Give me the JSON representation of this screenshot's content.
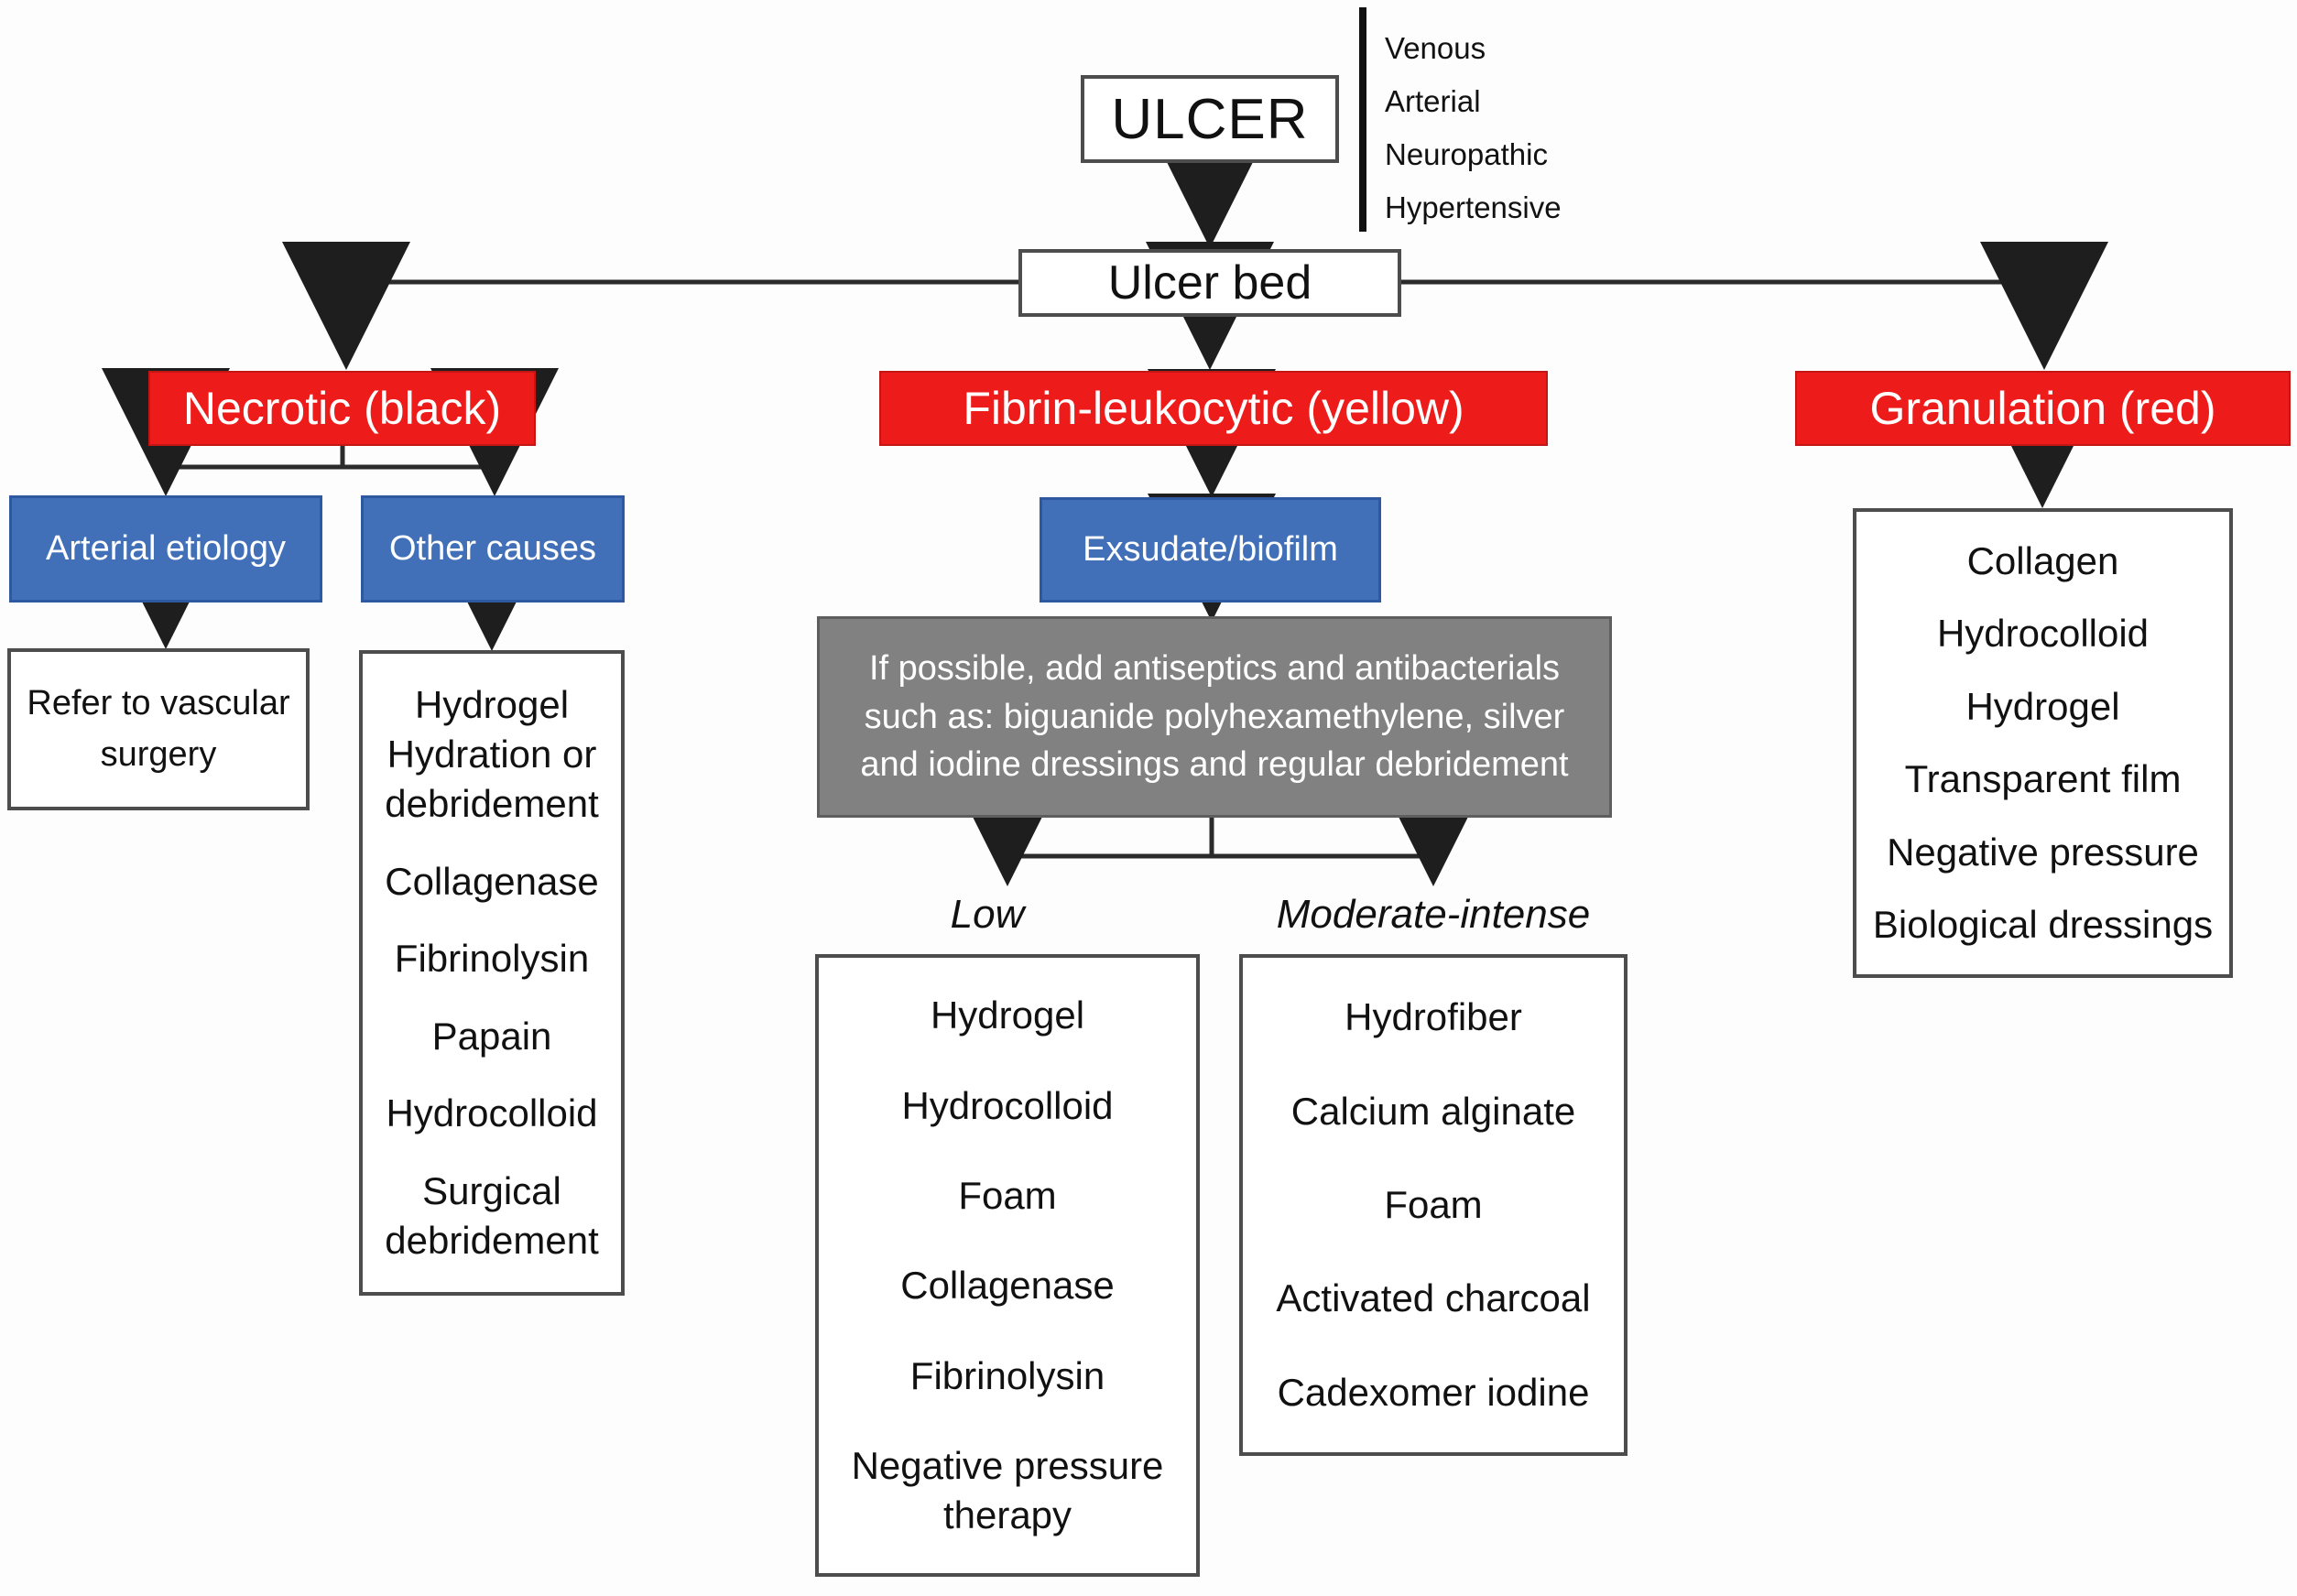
{
  "ulcer": {
    "label": "ULCER"
  },
  "etiology": {
    "items": [
      "Venous",
      "Arterial",
      "Neuropathic",
      "Hypertensive"
    ]
  },
  "ulcer_bed": {
    "label": "Ulcer bed"
  },
  "branches": {
    "necrotic": {
      "label": "Necrotic (black)",
      "arterial": {
        "label": "Arterial etiology",
        "treatment": "Refer to vascular\nsurgery"
      },
      "other": {
        "label": "Other causes",
        "treatments": [
          "Hydrogel\nHydration or\ndebridement",
          "Collagenase",
          "Fibrinolysin",
          "Papain",
          "Hydrocolloid",
          "Surgical\ndebridement"
        ]
      }
    },
    "fibrin": {
      "label": "Fibrin-leukocytic (yellow)",
      "exsudate": {
        "label": "Exsudate/biofilm"
      },
      "note": "If possible, add antiseptics and antibacterials such as: biguanide polyhexamethylene, silver and iodine dressings and regular debridement",
      "low": {
        "label": "Low",
        "treatments": [
          "Hydrogel",
          "Hydrocolloid",
          "Foam",
          "Collagenase",
          "Fibrinolysin",
          "Negative pressure\ntherapy"
        ]
      },
      "moderate": {
        "label": "Moderate-intense",
        "treatments": [
          "Hydrofiber",
          "Calcium alginate",
          "Foam",
          "Activated charcoal",
          "Cadexomer iodine"
        ]
      }
    },
    "granulation": {
      "label": "Granulation (red)",
      "treatments": [
        "Collagen",
        "Hydrocolloid",
        "Hydrogel",
        "Transparent film",
        "Negative pressure",
        "Biological dressings"
      ]
    }
  },
  "colors": {
    "red": "#ee1b1b",
    "blue": "#4170b8",
    "gray": "#818181"
  }
}
